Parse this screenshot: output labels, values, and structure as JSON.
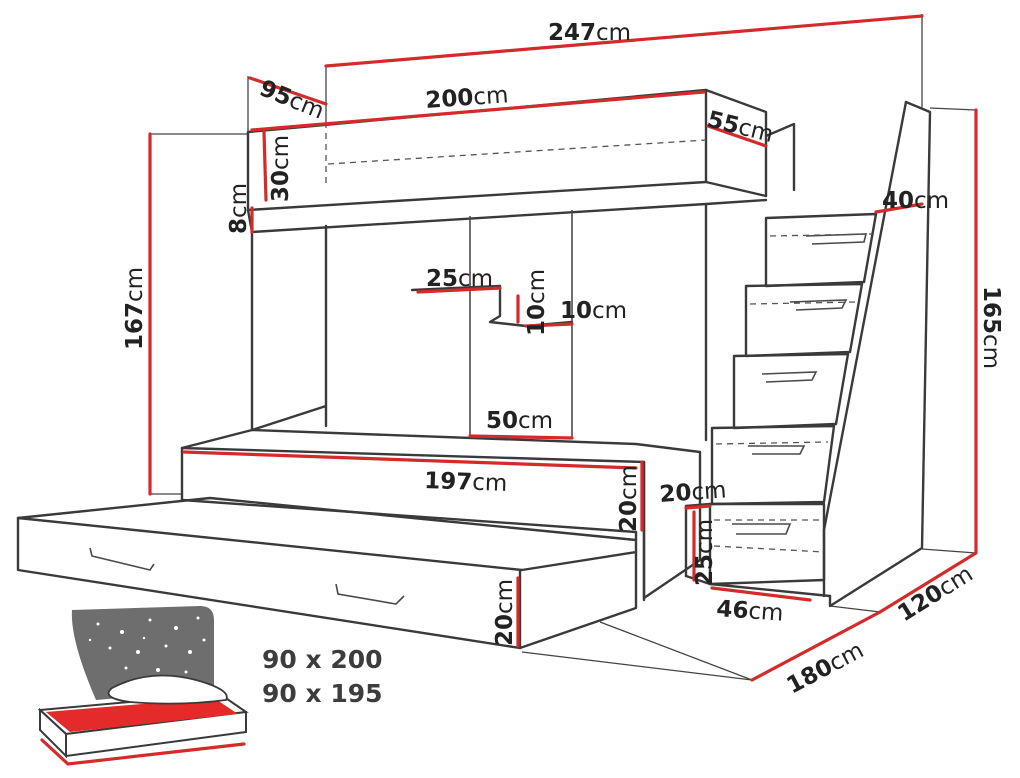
{
  "dimensions": [
    {
      "id": "total_length",
      "value": "247",
      "unit": "cm"
    },
    {
      "id": "depth",
      "value": "95",
      "unit": "cm"
    },
    {
      "id": "bed_length_top",
      "value": "200",
      "unit": "cm"
    },
    {
      "id": "top_end",
      "value": "55",
      "unit": "cm"
    },
    {
      "id": "guard_rail",
      "value": "30",
      "unit": "cm"
    },
    {
      "id": "top_frame",
      "value": "8",
      "unit": "cm"
    },
    {
      "id": "total_height",
      "value": "167",
      "unit": "cm"
    },
    {
      "id": "shelf_width",
      "value": "25",
      "unit": "cm"
    },
    {
      "id": "shelf_gap",
      "value": "10",
      "unit": "cm"
    },
    {
      "id": "shelf_depth",
      "value": "10",
      "unit": "cm"
    },
    {
      "id": "bottom_opening",
      "value": "50",
      "unit": "cm"
    },
    {
      "id": "bottom_bed_length",
      "value": "197",
      "unit": "cm"
    },
    {
      "id": "bottom_bed_side",
      "value": "20",
      "unit": "cm"
    },
    {
      "id": "drawer_height",
      "value": "20",
      "unit": "cm"
    },
    {
      "id": "stair_width",
      "value": "40",
      "unit": "cm"
    },
    {
      "id": "stairs_height",
      "value": "165",
      "unit": "cm"
    },
    {
      "id": "step_width",
      "value": "20",
      "unit": "cm"
    },
    {
      "id": "step_height",
      "value": "25",
      "unit": "cm"
    },
    {
      "id": "stair_base",
      "value": "46",
      "unit": "cm"
    },
    {
      "id": "total_width",
      "value": "120",
      "unit": "cm"
    },
    {
      "id": "floor_length",
      "value": "180",
      "unit": "cm"
    }
  ],
  "mattress_sizes": [
    "90 x 200",
    "90 x 195"
  ],
  "colors": {
    "accent": "#d42a2a",
    "line": "#3a3a3a",
    "mattress_red": "#e52a2a",
    "star_panel": "#6e6e6e"
  }
}
